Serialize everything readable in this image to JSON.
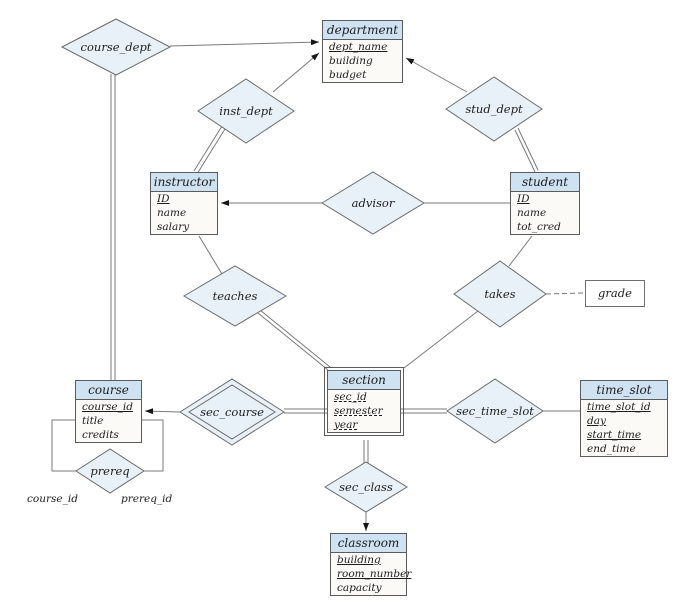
{
  "colors": {
    "entity_header_fill": "#cfe2f2",
    "entity_body_fill": "#fbfaf7",
    "diamond_fill": "#e9f1f8",
    "border": "#5b5b5b",
    "line": "#7a7a7a",
    "text": "#1c1c1c"
  },
  "entities": {
    "department": {
      "title": "department",
      "attrs": [
        {
          "name": "dept_name",
          "underline": "solid"
        },
        {
          "name": "building",
          "underline": "none"
        },
        {
          "name": "budget",
          "underline": "none"
        }
      ]
    },
    "instructor": {
      "title": "instructor",
      "attrs": [
        {
          "name": "ID",
          "underline": "solid"
        },
        {
          "name": "name",
          "underline": "none"
        },
        {
          "name": "salary",
          "underline": "none"
        }
      ]
    },
    "student": {
      "title": "student",
      "attrs": [
        {
          "name": "ID",
          "underline": "solid"
        },
        {
          "name": "name",
          "underline": "none"
        },
        {
          "name": "tot_cred",
          "underline": "none"
        }
      ]
    },
    "course": {
      "title": "course",
      "attrs": [
        {
          "name": "course_id",
          "underline": "solid"
        },
        {
          "name": "title",
          "underline": "none"
        },
        {
          "name": "credits",
          "underline": "none"
        }
      ]
    },
    "section": {
      "title": "section",
      "weak": true,
      "attrs": [
        {
          "name": "sec_id",
          "underline": "dashed"
        },
        {
          "name": "semester",
          "underline": "dashed"
        },
        {
          "name": "year",
          "underline": "dashed"
        }
      ]
    },
    "time_slot": {
      "title": "time_slot",
      "attrs": [
        {
          "name": "time_slot_id",
          "underline": "solid"
        },
        {
          "name": "day",
          "underline": "solid"
        },
        {
          "name": "start_time",
          "underline": "solid"
        },
        {
          "name": "end_time",
          "underline": "none"
        }
      ]
    },
    "classroom": {
      "title": "classroom",
      "attrs": [
        {
          "name": "building",
          "underline": "solid"
        },
        {
          "name": "room_number",
          "underline": "solid"
        },
        {
          "name": "capacity",
          "underline": "none"
        }
      ]
    }
  },
  "relationships": {
    "course_dept": {
      "label": "course_dept"
    },
    "inst_dept": {
      "label": "inst_dept"
    },
    "stud_dept": {
      "label": "stud_dept"
    },
    "advisor": {
      "label": "advisor"
    },
    "teaches": {
      "label": "teaches"
    },
    "takes": {
      "label": "takes"
    },
    "sec_course": {
      "label": "sec_course",
      "identifying": true
    },
    "sec_time_slot": {
      "label": "sec_time_slot"
    },
    "sec_class": {
      "label": "sec_class"
    },
    "prereq": {
      "label": "prereq"
    }
  },
  "attribute_boxes": {
    "grade": {
      "label": "grade"
    }
  },
  "role_labels": {
    "course_id": "course_id",
    "prereq_id": "prereq_id"
  }
}
